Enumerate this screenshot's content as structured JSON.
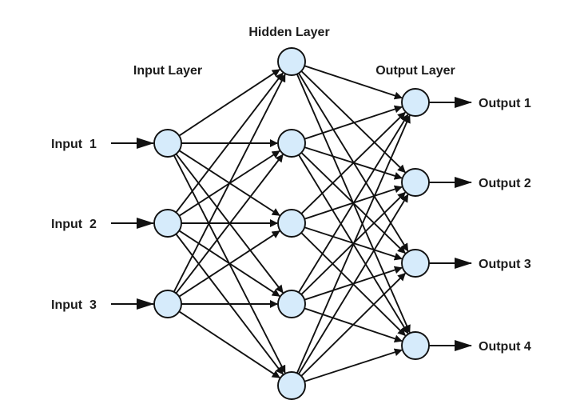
{
  "layers": {
    "input_title": "Input Layer",
    "hidden_title": "Hidden Layer",
    "output_title": "Output Layer"
  },
  "inputs": [
    "Input  1",
    "Input  2",
    "Input  3"
  ],
  "outputs": [
    "Output 1",
    "Output 2",
    "Output 3",
    "Output 4"
  ],
  "hidden_node_count": 5,
  "colors": {
    "node_fill": "#d6ebfb",
    "stroke": "#111111",
    "text": "#1c1c1c"
  }
}
